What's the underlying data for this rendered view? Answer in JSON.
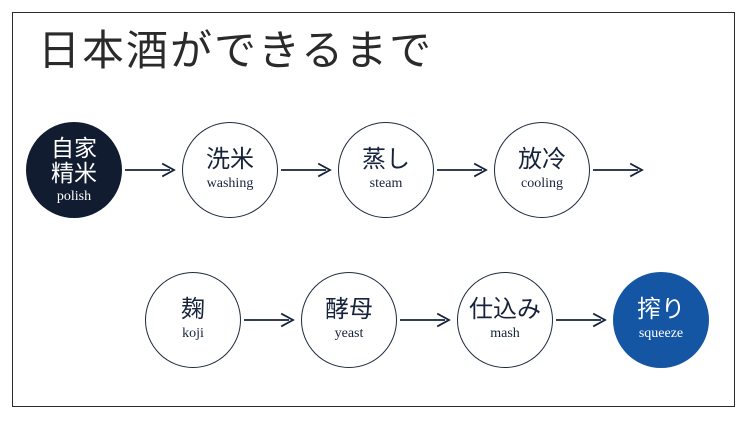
{
  "slide": {
    "title": "日本酒ができるまで",
    "background_color": "#ffffff",
    "border_color": "#2b2b2b",
    "accent_dark": "#111c30",
    "accent_blue": "#1456a4",
    "outline_color": "#1d2b3f",
    "text_color": "#16233a"
  },
  "flow": {
    "row1": [
      {
        "jp": "自家\n精米",
        "en": "polish",
        "style": "filled-dark"
      },
      {
        "jp": "洗米",
        "en": "washing",
        "style": "outline"
      },
      {
        "jp": "蒸し",
        "en": "steam",
        "style": "outline"
      },
      {
        "jp": "放冷",
        "en": "cooling",
        "style": "outline"
      }
    ],
    "row1_trailing_arrow": true,
    "row2": [
      {
        "jp": "麹",
        "en": "koji",
        "style": "outline"
      },
      {
        "jp": "酵母",
        "en": "yeast",
        "style": "outline"
      },
      {
        "jp": "仕込み",
        "en": "mash",
        "style": "outline"
      },
      {
        "jp": "搾り",
        "en": "squeeze",
        "style": "filled-blue"
      }
    ],
    "arrow_icon": "arrow-right-icon"
  }
}
